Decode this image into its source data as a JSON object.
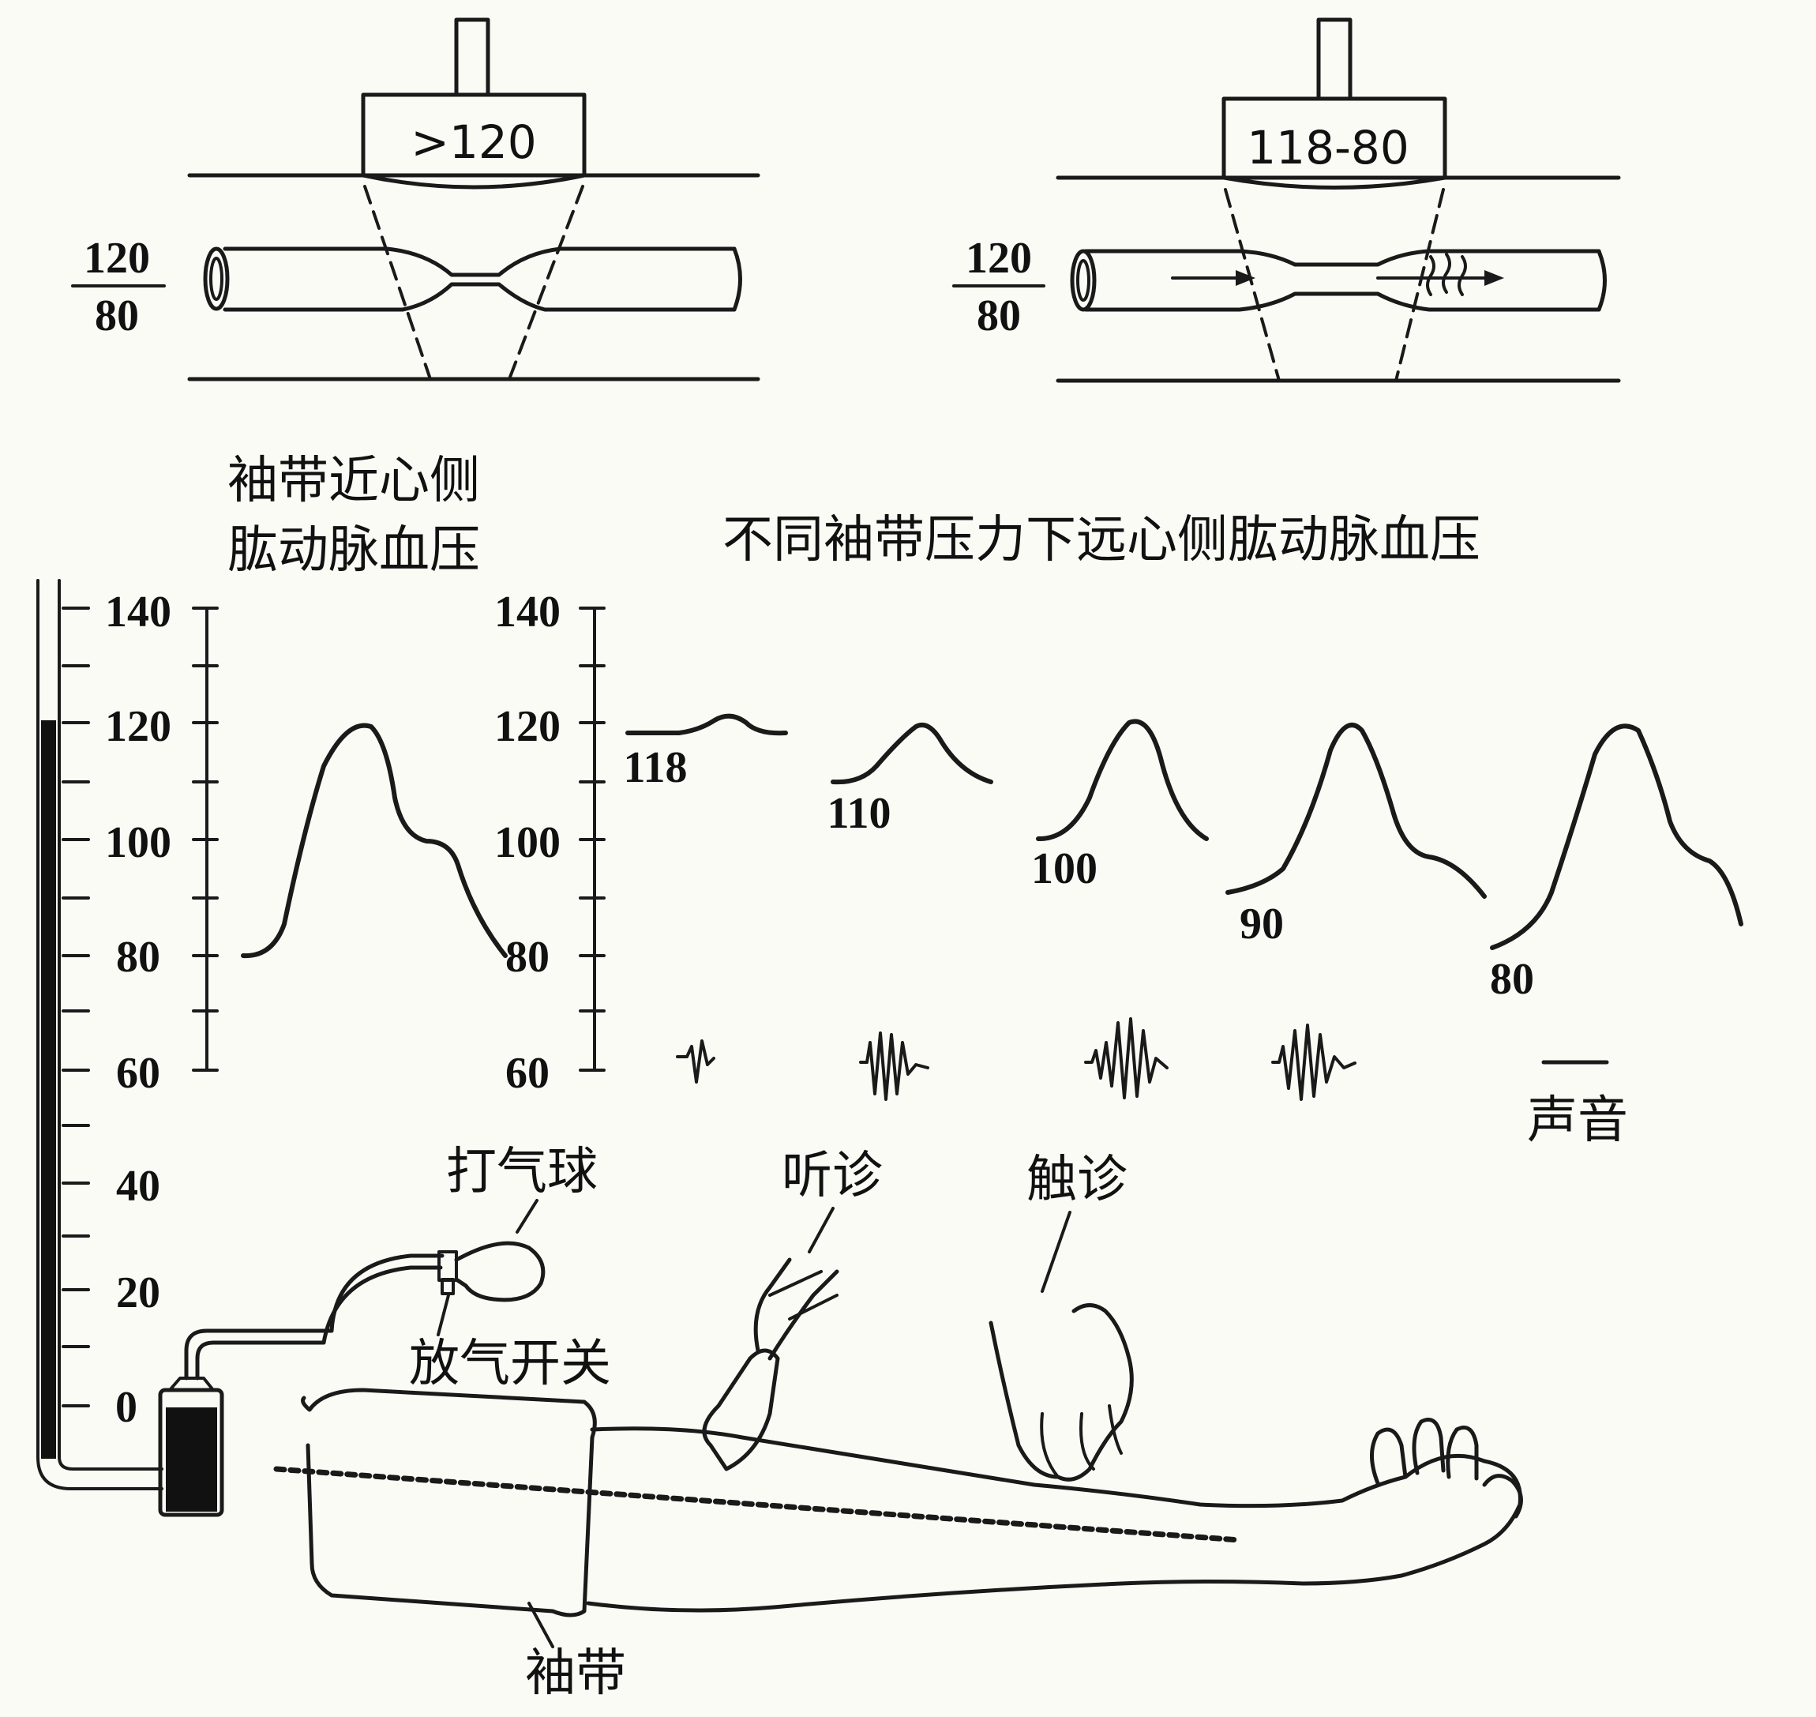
{
  "top_left": {
    "box_value": ">120",
    "pressure_num": "120",
    "pressure_den": "80"
  },
  "top_right": {
    "box_value": "118-80",
    "pressure_num": "120",
    "pressure_den": "80"
  },
  "title_proximal_line1": "袖带近心侧",
  "title_proximal_line2": "肱动脉血压",
  "title_distal": "不同袖带压力下远心侧肱动脉血压",
  "manometer_ticks": [
    "140",
    "120",
    "100",
    "80",
    "60",
    "40",
    "20",
    "0"
  ],
  "mid_ticks": [
    "140",
    "120",
    "100",
    "80",
    "60"
  ],
  "pulse_labels": [
    "118",
    "110",
    "100",
    "90",
    "80"
  ],
  "sound_legend": "声音",
  "labels": {
    "bulb": "打气球",
    "valve": "放气开关",
    "auscultation": "听诊",
    "palpation": "触诊",
    "cuff": "袖带"
  }
}
